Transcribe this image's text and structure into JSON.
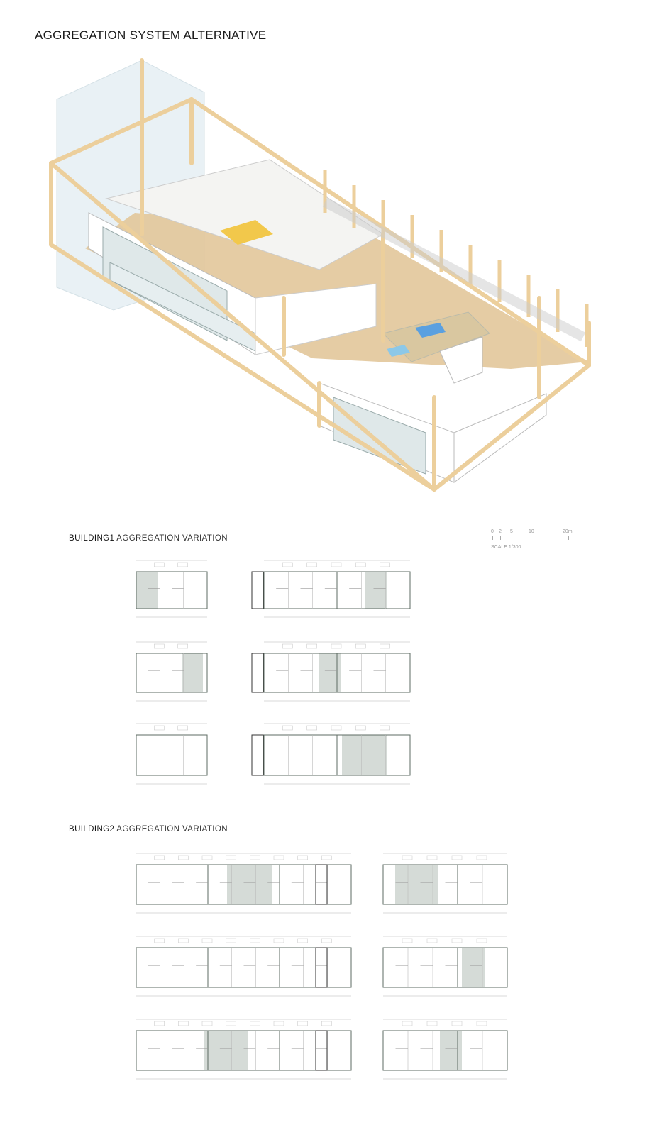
{
  "title": "AGGREGATION SYSTEM ALTERNATIVE",
  "building1": {
    "label_bold": "BUILDING1",
    "label_rest": " AGGREGATION VARIATION"
  },
  "building2": {
    "label_bold": "BUILDING2",
    "label_rest": " AGGREGATION VARIATION"
  },
  "scale_bar": {
    "ticks": [
      "0",
      "2",
      "5",
      "10",
      "20m"
    ],
    "caption": "SCALE 1/300"
  },
  "colors": {
    "timber": "#f0d7ab",
    "floor": "#e2c79a",
    "shade": "#d5dbd7",
    "wall": "#5d6b63",
    "glass": "#dbe9ef"
  }
}
